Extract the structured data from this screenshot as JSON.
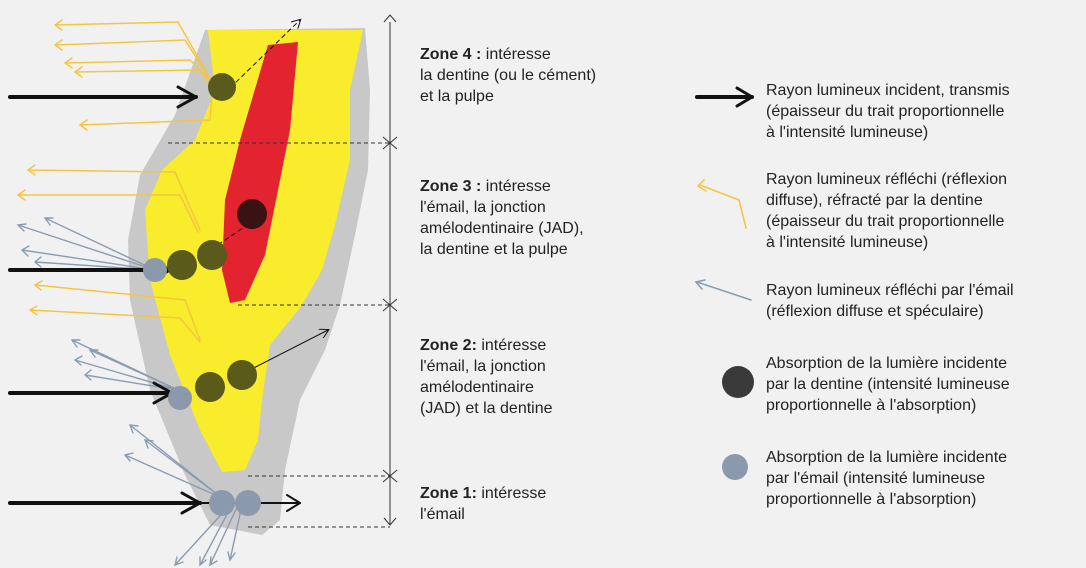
{
  "zones": [
    {
      "title": "Zone 4 :",
      "lines": [
        " intéresse",
        "la dentine (ou le cément)",
        "et la pulpe"
      ]
    },
    {
      "title": "Zone 3 :",
      "lines": [
        " intéresse",
        "l'émail, la jonction",
        "amélodentinaire (JAD),",
        "la dentine et la pulpe"
      ]
    },
    {
      "title": "Zone 2:",
      "lines": [
        " intéresse",
        "l'émail, la jonction",
        "amélodentinaire",
        "(JAD) et la dentine"
      ]
    },
    {
      "title": "Zone 1:",
      "lines": [
        " intéresse",
        "l'émail"
      ]
    }
  ],
  "legend": [
    {
      "icon": "black-arrow-icon",
      "lines": [
        "Rayon lumineux incident, transmis",
        "(épaisseur du trait proportionnelle",
        "à l'intensité lumineuse)"
      ]
    },
    {
      "icon": "yellow-refracted-ray-icon",
      "lines": [
        "Rayon lumineux réfléchi (réflexion",
        "diffuse), réfracté par la dentine",
        "(épaisseur du trait proportionnelle",
        "à l'intensité lumineuse)"
      ]
    },
    {
      "icon": "blue-reflected-ray-icon",
      "lines": [
        "Rayon lumineux réfléchi par l'émail",
        "(réflexion diffuse et spéculaire)"
      ]
    },
    {
      "icon": "dark-dot-icon",
      "lines": [
        "Absorption de la lumière incidente",
        "par la dentine (intensité lumineuse",
        "proportionnelle à l'absorption)"
      ]
    },
    {
      "icon": "gray-dot-icon",
      "lines": [
        "Absorption de la lumière incidente",
        "par l'émail (intensité lumineuse",
        "proportionnelle à l'absorption)"
      ]
    }
  ],
  "colors": {
    "background": "#f1f1f1",
    "enamel": "#c8c8c8",
    "dentin": "#f8ec2c",
    "pulp": "#e3232f",
    "yellow_ray": "#f5c542",
    "blue_ray": "#8a9cb0",
    "dentin_absorption": "#5a5a1a",
    "dark_absorption": "#3a1214",
    "enamel_absorption": "#8a9aac"
  }
}
